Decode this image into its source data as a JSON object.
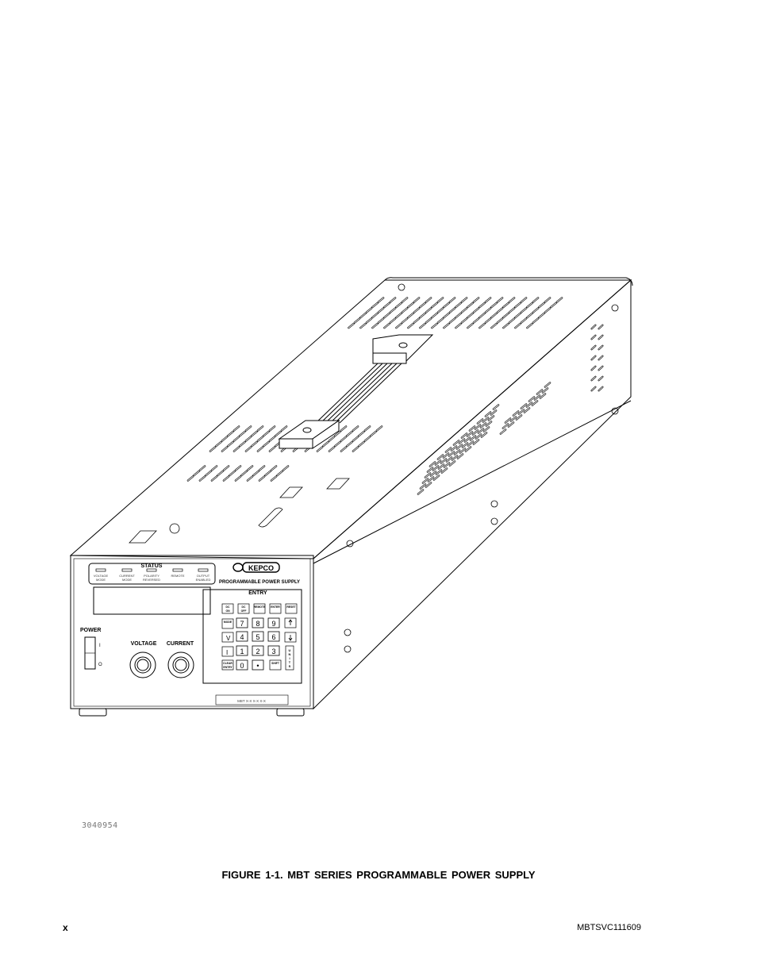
{
  "figure": {
    "drawing_number": "3040954",
    "caption": "FIGURE 1-1.   MBT SERIES PROGRAMMABLE POWER SUPPLY"
  },
  "panel": {
    "status_title": "STATUS",
    "indicators": [
      "VOLTAGE\nMODE",
      "CURRENT\nMODE",
      "POLARITY\nREVERSED",
      "REMOTE",
      "OUTPUT\nENABLED"
    ],
    "brand": "KEPCO",
    "brand_subtitle": "PROGRAMMABLE POWER SUPPLY",
    "entry_title": "ENTRY",
    "power_label": "POWER",
    "power_on": "I",
    "power_off": "O",
    "voltage_label": "VOLTAGE",
    "current_label": "CURRENT",
    "keypad": {
      "digits": [
        "7",
        "8",
        "9",
        "4",
        "5",
        "6",
        "1",
        "2",
        "3",
        "0",
        "•"
      ],
      "func_keys": [
        "DC\nON",
        "DC\nOFF",
        "REMOTE",
        "ENTER",
        "MODE",
        "CLEAR\nENTRY",
        "SHIFT",
        "RESET"
      ],
      "v_key": "V",
      "i_key": "I",
      "units_label": "UNITS",
      "model_strip": "MBT  X-X    X-X  X-X"
    }
  },
  "footer": {
    "left": "x",
    "right": "MBTSVC111609"
  }
}
